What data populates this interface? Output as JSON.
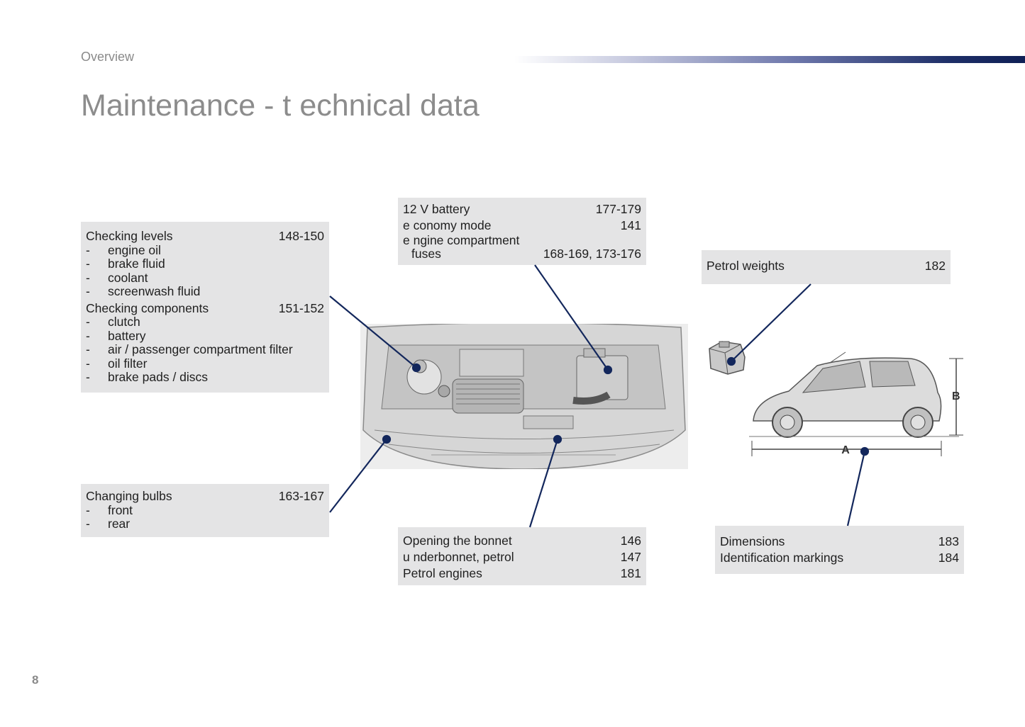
{
  "header": {
    "section": "Overview",
    "title": "Maintenance - t echnical data",
    "page_number": "8"
  },
  "boxes": {
    "levels": {
      "checking_levels": {
        "label": "Checking levels",
        "pages": "148-150"
      },
      "level_items": [
        "engine oil",
        "brake fluid",
        "coolant",
        "screenwash fluid"
      ],
      "checking_components": {
        "label": "Checking components",
        "pages": "151-152"
      },
      "component_items": [
        "clutch",
        "battery",
        "air / passenger compartment filter",
        "oil filter",
        "brake pads / discs"
      ]
    },
    "battery": {
      "rows": [
        {
          "label": "12 V battery",
          "pages": "177-179"
        },
        {
          "label": "e conomy mode",
          "pages": "141"
        }
      ],
      "fuses_line1": "e ngine compartment",
      "fuses_line2": "fuses",
      "fuses_pages": "168-169, 173-176"
    },
    "petrol": {
      "label": "Petrol weights",
      "pages": "182"
    },
    "bulbs": {
      "label": "Changing bulbs",
      "pages": "163-167",
      "items": [
        "front",
        "rear"
      ]
    },
    "bonnet": {
      "rows": [
        {
          "label": "Opening the bonnet",
          "pages": "146"
        },
        {
          "label": "u nderbonnet, petrol",
          "pages": "147"
        },
        {
          "label": "Petrol engines",
          "pages": "181"
        }
      ]
    },
    "dimensions": {
      "rows": [
        {
          "label": "Dimensions",
          "pages": "183"
        },
        {
          "label": "Identification markings",
          "pages": "184"
        }
      ]
    }
  },
  "illustration_labels": {
    "length": "A",
    "height": "B"
  },
  "colors": {
    "leader_line": "#13275c",
    "box_background": "#e4e4e5",
    "title_gray": "#8c8c8c",
    "header_bar_dark": "#0f1f55"
  }
}
